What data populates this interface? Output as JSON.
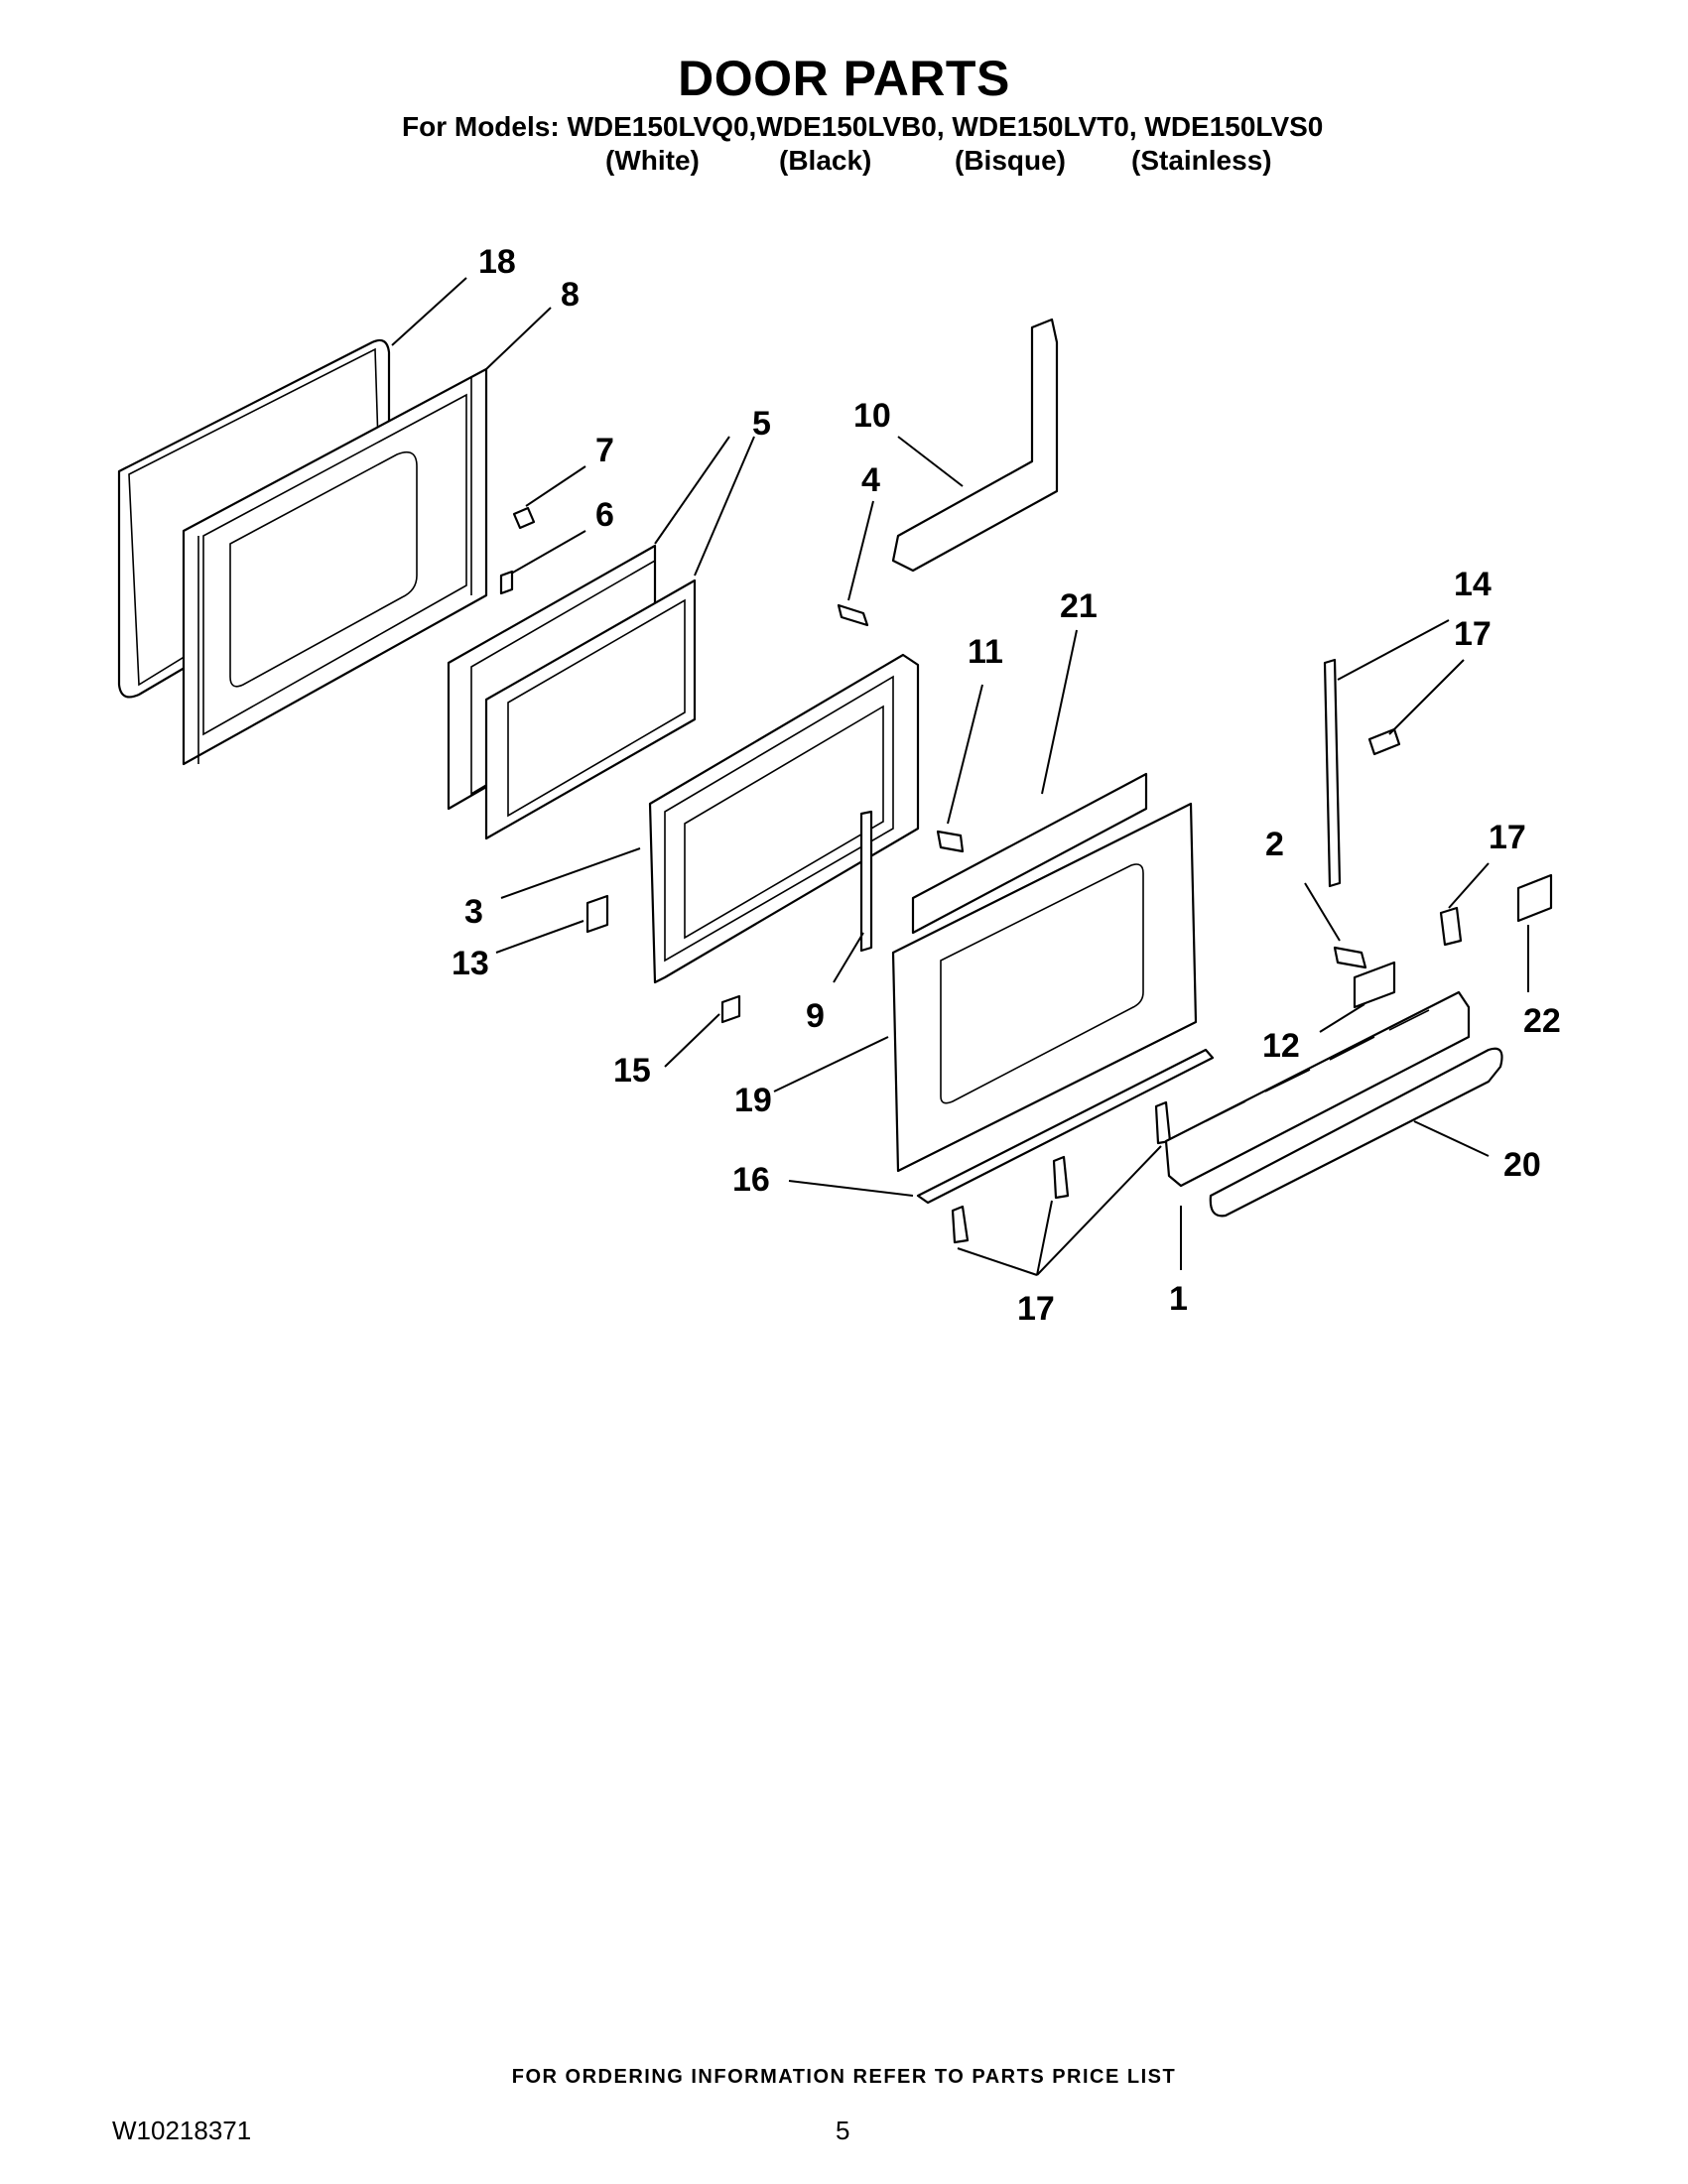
{
  "header": {
    "title": "DOOR PARTS",
    "models_line": "For Models: WDE150LVQ0,WDE150LVB0, WDE150LVT0, WDE150LVS0",
    "colors": [
      "(White)",
      "(Black)",
      "(Bisque)",
      "(Stainless)"
    ]
  },
  "callouts": [
    "18",
    "8",
    "7",
    "6",
    "5",
    "10",
    "4",
    "21",
    "11",
    "14",
    "17",
    "17",
    "3",
    "13",
    "9",
    "2",
    "15",
    "19",
    "12",
    "22",
    "20",
    "16",
    "17",
    "1"
  ],
  "footer": {
    "note": "FOR ORDERING INFORMATION REFER TO PARTS PRICE LIST",
    "doc_number": "W10218371",
    "page_number": "5"
  }
}
